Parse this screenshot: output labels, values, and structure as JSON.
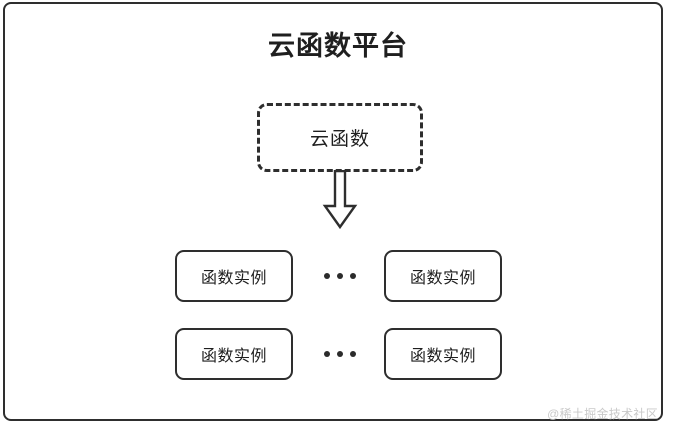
{
  "diagram": {
    "title": "云函数平台",
    "cloud_function": {
      "label": "云函数",
      "border_style": "dashed"
    },
    "arrow": {
      "icon": "block-arrow-down-icon",
      "direction": "down"
    },
    "instance_rows": [
      {
        "left": {
          "label": "函数实例"
        },
        "separator": "•••",
        "right": {
          "label": "函数实例"
        }
      },
      {
        "left": {
          "label": "函数实例"
        },
        "separator": "•••",
        "right": {
          "label": "函数实例"
        }
      }
    ],
    "watermark": "@稀土掘金技术社区",
    "colors": {
      "stroke": "#2e2e2e",
      "text": "#1f1f1f",
      "background": "#ffffff",
      "watermark": "#c9c9c9"
    }
  }
}
